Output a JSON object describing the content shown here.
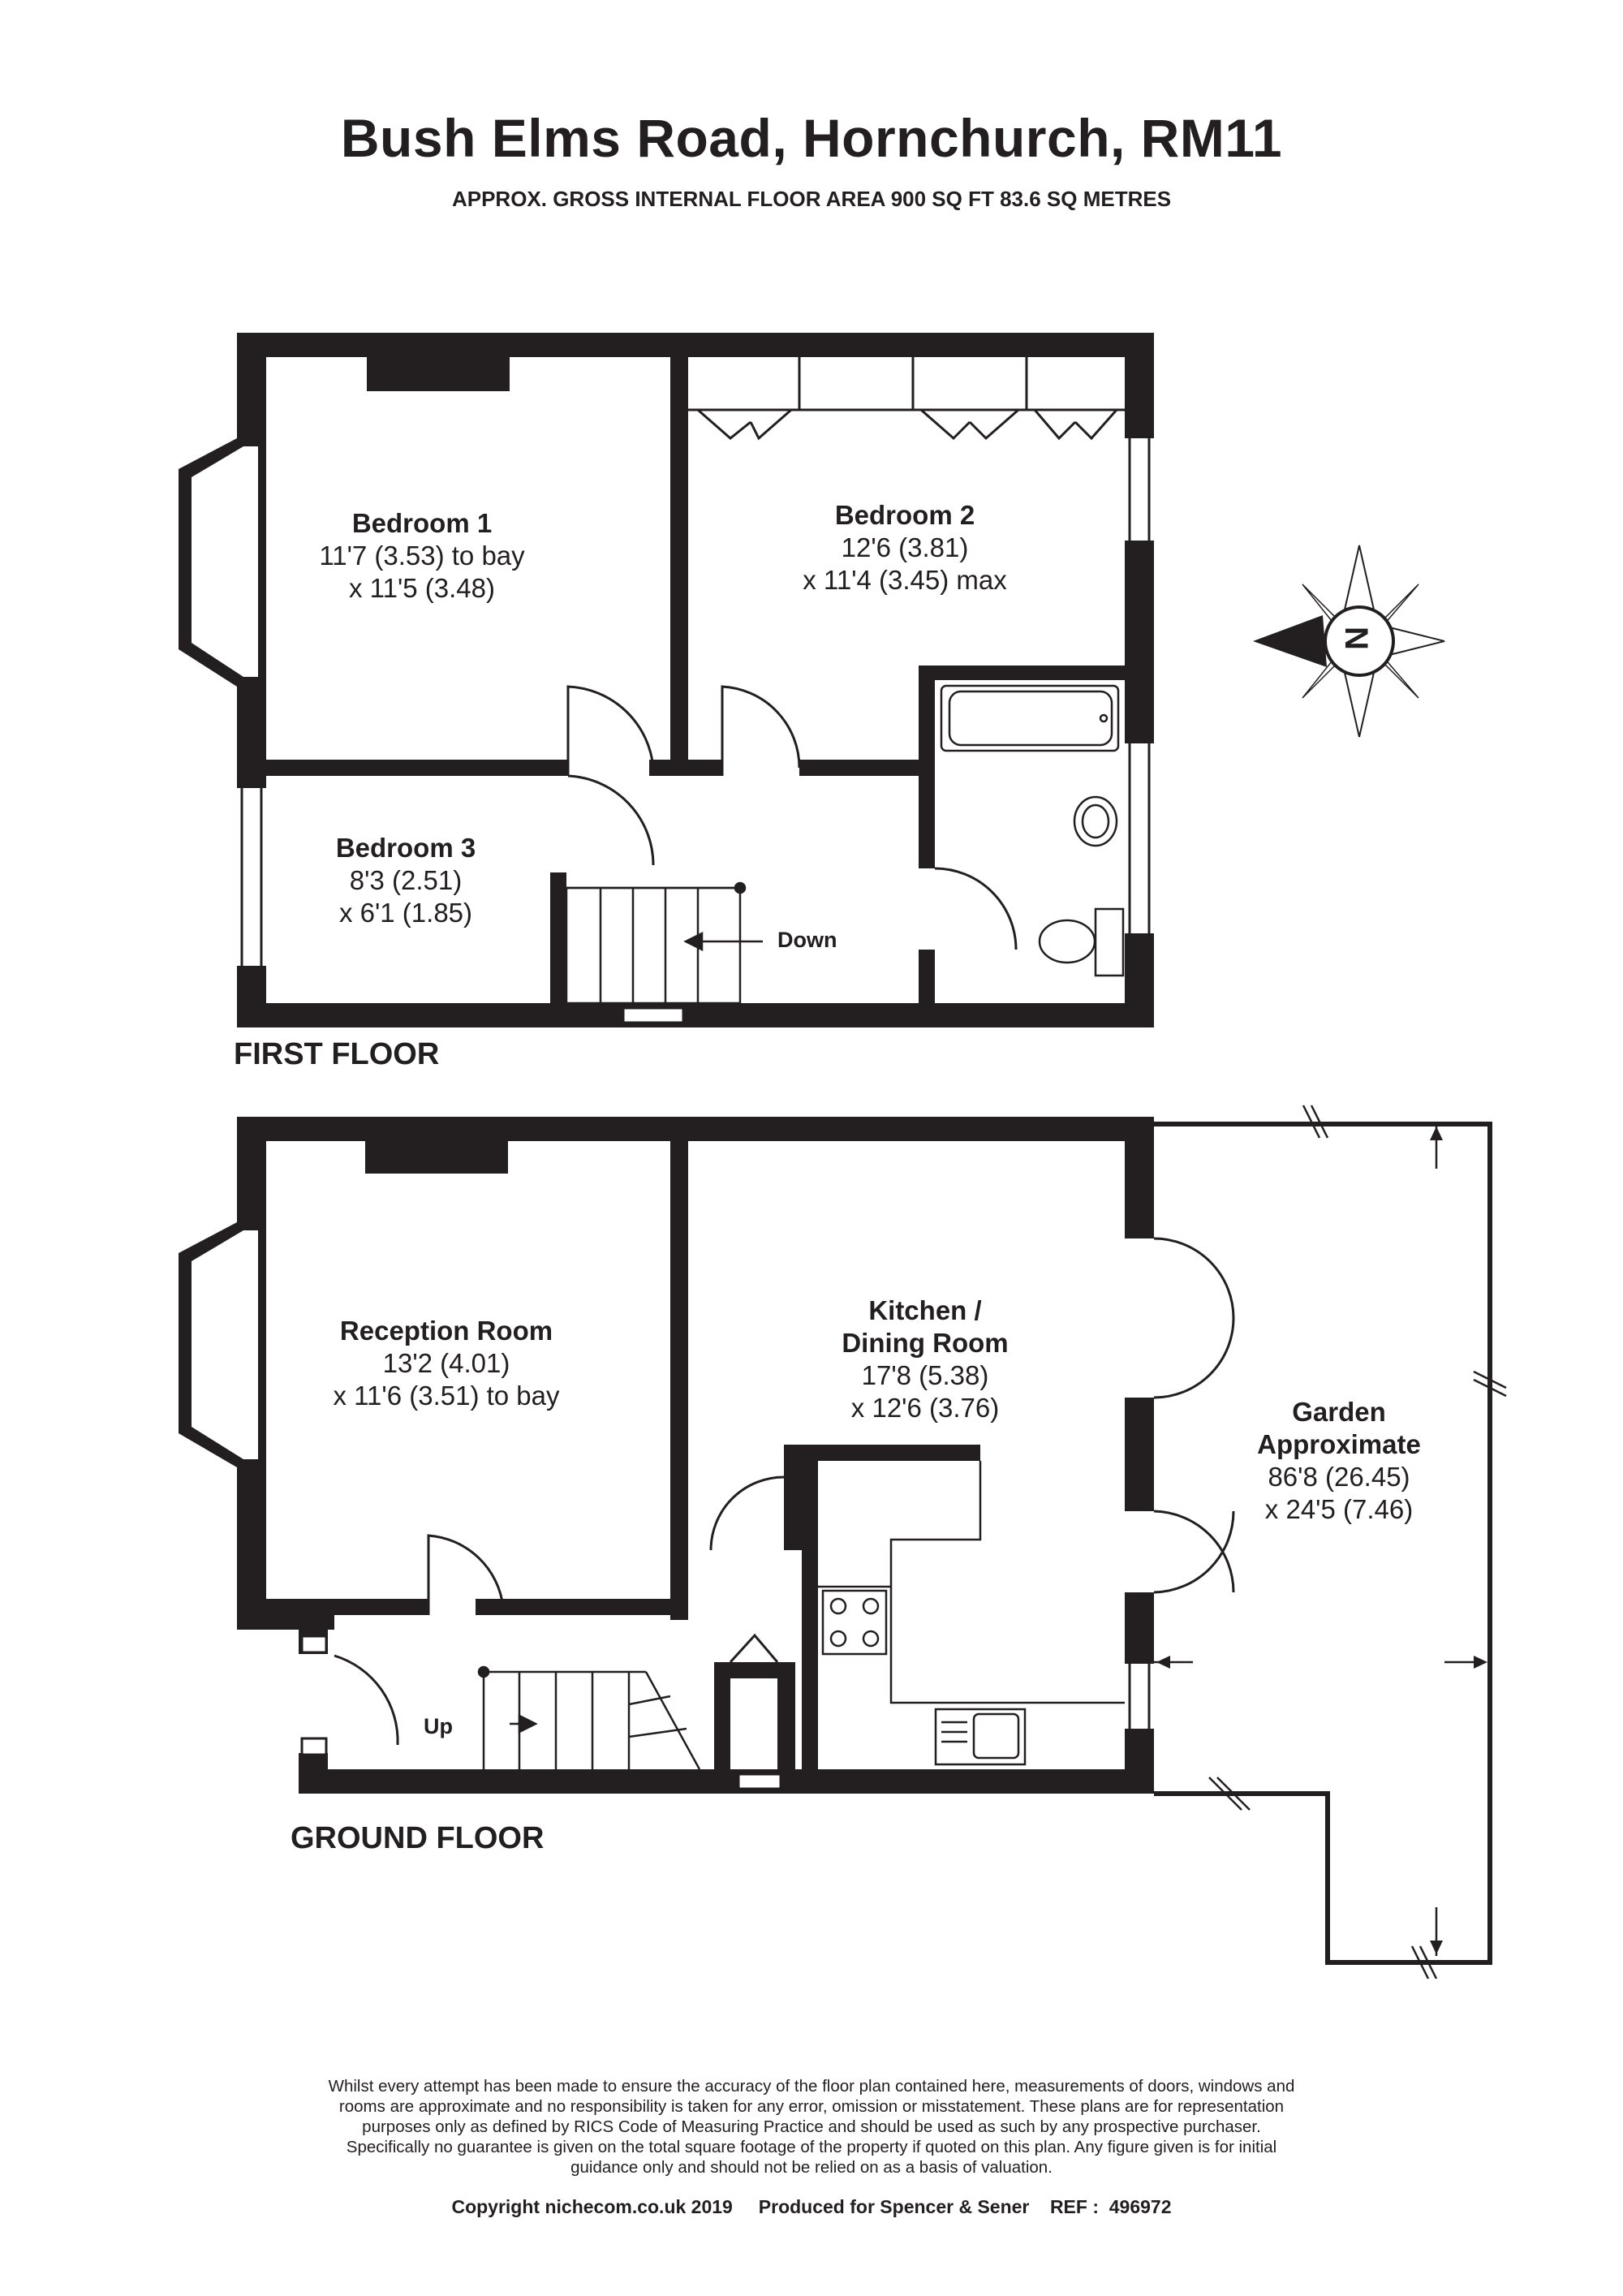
{
  "header": {
    "title": "Bush Elms Road, Hornchurch, RM11",
    "subtitle": "APPROX. GROSS INTERNAL FLOOR AREA 900 SQ FT 83.6 SQ METRES"
  },
  "first_floor": {
    "label": "FIRST FLOOR",
    "rooms": [
      {
        "name": "Bedroom 1",
        "dim1": "11'7 (3.53) to bay",
        "dim2": "x 11'5 (3.48)"
      },
      {
        "name": "Bedroom 2",
        "dim1": "12'6 (3.81)",
        "dim2": "x 11'4 (3.45) max"
      },
      {
        "name": "Bedroom 3",
        "dim1": "8'3 (2.51)",
        "dim2": "x 6'1 (1.85)"
      }
    ],
    "stairs_label": "Down"
  },
  "ground_floor": {
    "label": "GROUND FLOOR",
    "rooms": [
      {
        "name": "Reception Room",
        "dim1": "13'2 (4.01)",
        "dim2": "x 11'6 (3.51) to bay"
      },
      {
        "name": "Kitchen /",
        "name2": "Dining Room",
        "dim1": "17'8 (5.38)",
        "dim2": "x 12'6 (3.76)"
      },
      {
        "name": "Garden",
        "name2": "Approximate",
        "dim1": "86'8 (26.45)",
        "dim2": "x 24'5 (7.46)"
      }
    ],
    "stairs_label": "Up"
  },
  "compass": {
    "label": "N"
  },
  "disclaimer": {
    "lines": [
      "Whilst every attempt has been made to ensure the accuracy of the floor plan contained here, measurements of doors, windows and",
      "rooms are approximate and no responsibility is taken for any error, omission or misstatement. These plans are for representation",
      "purposes only as defined by RICS Code of Measuring Practice and should be used as such by any prospective purchaser.",
      "Specifically no guarantee is given on the total square footage of the property if quoted on this plan. Any figure given is for initial",
      "guidance only and should not be relied on as a basis of valuation."
    ]
  },
  "footer": {
    "text": "Copyright nichecom.co.uk 2019     Produced for Spencer & Sener    REF :  496972"
  },
  "colors": {
    "wall": "#231f20",
    "background": "#ffffff"
  }
}
